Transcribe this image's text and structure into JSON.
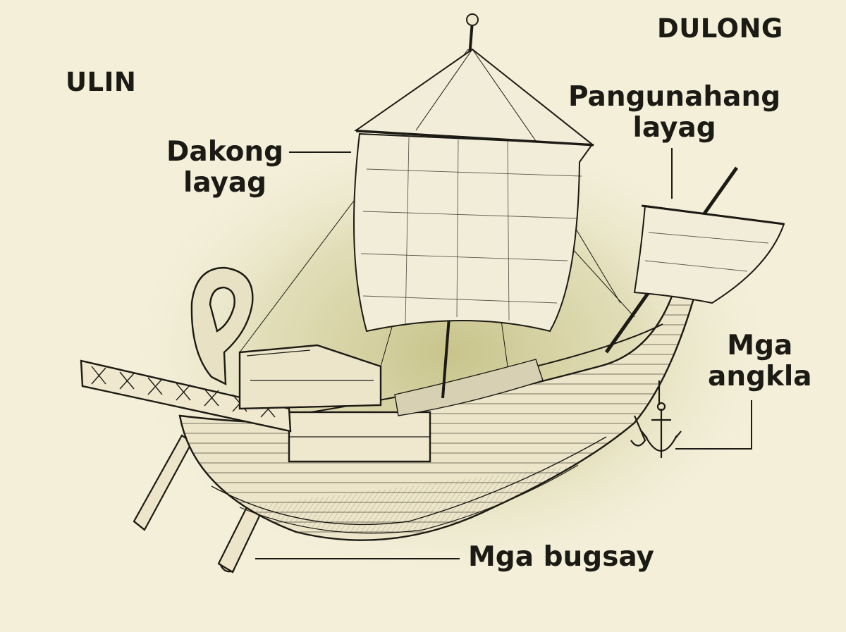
{
  "directions": {
    "stern": "ULIN",
    "bow": "DULONG"
  },
  "parts": {
    "mainsail": [
      "Dakong",
      "layag"
    ],
    "foresail": [
      "Pangunahang",
      "layag"
    ],
    "anchors": [
      "Mga",
      "angkla"
    ],
    "oars": "Mga bugsay"
  },
  "colors": {
    "background": "#f3efd9",
    "glow": "#c9c48c",
    "ink": "#1c1a14",
    "sail": "#f2edd8",
    "hull": "#ece5c9"
  }
}
